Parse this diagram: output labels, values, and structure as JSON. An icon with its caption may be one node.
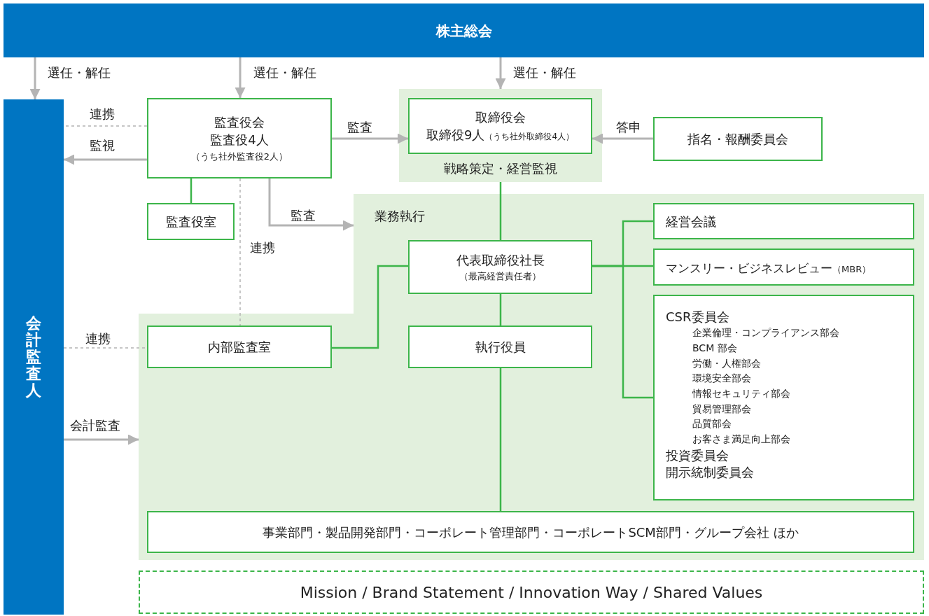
{
  "diagram": {
    "nodes": [
      {
        "text": [
          "株主総会"
        ]
      },
      {
        "text": [
          "会計監査人"
        ]
      },
      {
        "text": [
          "監査役会",
          "監査役4人",
          "（うち社外監査役2人）"
        ]
      },
      {
        "text": [
          "監査役室"
        ]
      },
      {
        "text": [
          "戦略策定・経営監視"
        ]
      },
      {
        "text": [
          "取締役会",
          "取締役9人",
          "（うち社外取締役4人）"
        ],
        "in": 4
      },
      {
        "text": [
          "指名・報酬委員会"
        ]
      },
      {
        "text": [
          "業務執行"
        ]
      },
      {
        "text": [
          "代表取締役社長",
          "（最高経営責任者）"
        ],
        "in": 7
      },
      {
        "text": [
          "内部監査室"
        ],
        "in": 7
      },
      {
        "text": [
          "執行役員"
        ],
        "in": 7
      },
      {
        "text": [
          "経営会議"
        ],
        "in": 7
      },
      {
        "text": [
          "マンスリー・ビジネスレビュー",
          "（MBR）"
        ],
        "in": 7
      },
      {
        "text": [
          "CSR委員会",
          "企業倫理・コンプライアンス部会",
          "BCM 部会",
          "労働・人権部会",
          "環境安全部会",
          "情報セキュリティ部会",
          "貿易管理部会",
          "品質部会",
          "お客さま満足向上部会",
          "投資委員会",
          "開示統制委員会"
        ],
        "in": 7
      },
      {
        "text": [
          "事業部門・製品開発部門・コーポレート管理部門・コーポレートSCM部門・グループ会社 ほか"
        ],
        "in": 7
      },
      {
        "text": [
          "Mission / Brand Statement / Innovation Way / Shared Values"
        ]
      }
    ],
    "edges": [
      {
        "from": 0,
        "to": 1,
        "arrow": "to",
        "label": "選任・解任"
      },
      {
        "from": 0,
        "to": 2,
        "arrow": "to",
        "label": "選任・解任"
      },
      {
        "from": 0,
        "to": 4,
        "arrow": "to",
        "label": "選任・解任"
      },
      {
        "from": 2,
        "to": 1,
        "arrow": "none",
        "label": "連携",
        "style": "dashed"
      },
      {
        "from": 2,
        "to": 1,
        "arrow": "to",
        "label": "監視"
      },
      {
        "from": 2,
        "to": 5,
        "arrow": "to",
        "label": "監査"
      },
      {
        "from": 6,
        "to": 5,
        "arrow": "to",
        "label": "答申"
      },
      {
        "from": 2,
        "to": 3,
        "arrow": "none",
        "color": "#3cb54a"
      },
      {
        "from": 2,
        "to": 7,
        "arrow": "to",
        "label": "監査"
      },
      {
        "from": 2,
        "to": 9,
        "arrow": "none",
        "label": "連携",
        "style": "dashed"
      },
      {
        "from": 1,
        "to": 9,
        "arrow": "none",
        "label": "連携",
        "style": "dashed"
      },
      {
        "from": 1,
        "to": 7,
        "arrow": "to",
        "label": "会計監査"
      },
      {
        "from": 4,
        "to": 8,
        "arrow": "none",
        "color": "#3cb54a"
      },
      {
        "from": 8,
        "to": 9,
        "arrow": "none",
        "color": "#3cb54a"
      },
      {
        "from": 8,
        "to": 10,
        "arrow": "none",
        "color": "#3cb54a"
      },
      {
        "from": 10,
        "to": 14,
        "arrow": "none",
        "color": "#3cb54a"
      },
      {
        "from": 8,
        "to": 11,
        "arrow": "none",
        "color": "#3cb54a"
      },
      {
        "from": 8,
        "to": 12,
        "arrow": "none",
        "color": "#3cb54a"
      },
      {
        "from": 8,
        "to": 13,
        "arrow": "none",
        "color": "#3cb54a"
      }
    ]
  }
}
